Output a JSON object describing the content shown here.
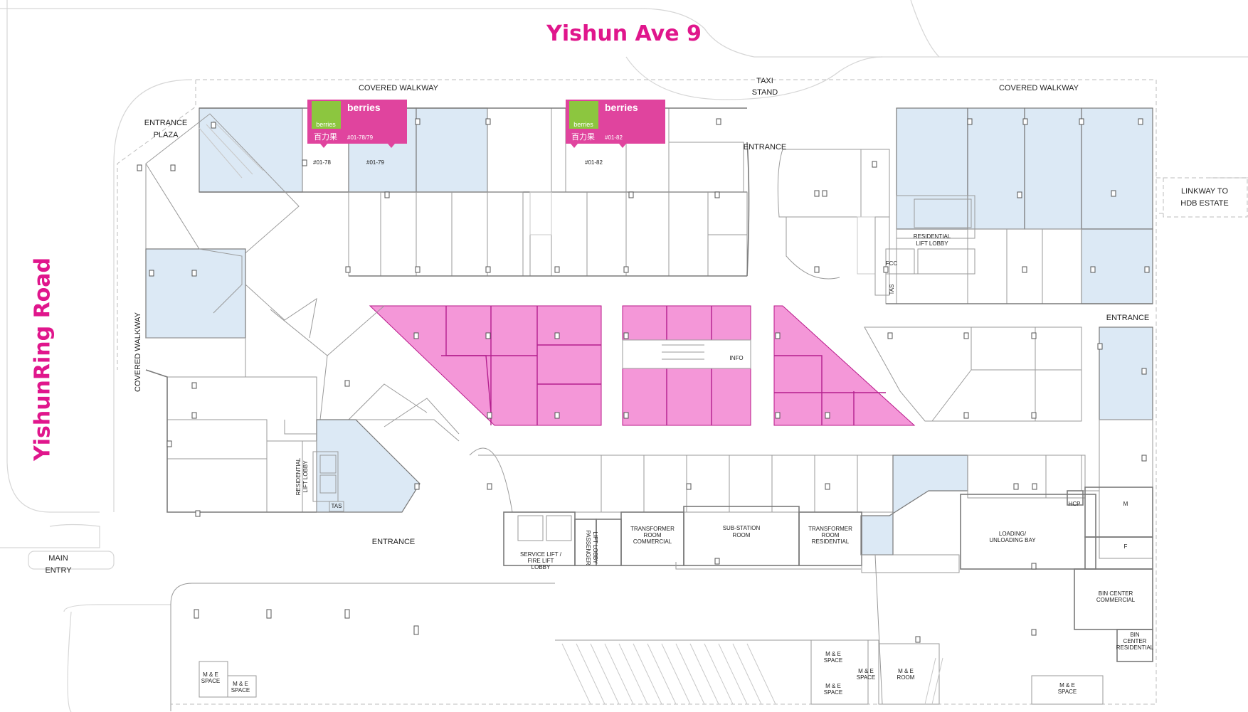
{
  "roads": {
    "top": "Yishun Ave 9",
    "left": "YishunRing Road"
  },
  "colors": {
    "accent": "#e0168c",
    "tenant_banner": "#e0449e",
    "highlight_unit": "#f497d8",
    "occupied_unit": "#dce9f5",
    "berries_logo": "#8cc63f"
  },
  "labels": {
    "covered_walkway_north_left": "COVERED WALKWAY",
    "covered_walkway_north_right": "COVERED WALKWAY",
    "covered_walkway_west": "COVERED WALKWAY",
    "taxi_stand_line1": "TAXI",
    "taxi_stand_line2": "STAND",
    "entrance_plaza_line1": "ENTRANCE",
    "entrance_plaza_line2": "PLAZA",
    "entrance_north": "ENTRANCE",
    "entrance_east": "ENTRANCE",
    "entrance_south": "ENTRANCE",
    "linkway_line1": "LINKWAY TO",
    "linkway_line2": "HDB ESTATE",
    "main_entry_line1": "MAIN",
    "main_entry_line2": "ENTRY",
    "info": "INFO",
    "fcc": "FCC",
    "tas1": "TAS",
    "tas2": "TAS",
    "hcp": "HCP",
    "m": "M",
    "f": "F",
    "res_lift_lobby_east_1": "RESIDENTIAL",
    "res_lift_lobby_east_2": "LIFT LOBBY",
    "res_lift_lobby_west_1": "RESIDENTIAL",
    "res_lift_lobby_west_2": "LIFT LOBBY",
    "service_lift_1": "SERVICE LIFT /",
    "service_lift_2": "FIRE LIFT",
    "service_lift_3": "LOBBY",
    "passenger_lift_1": "PASSENGER",
    "passenger_lift_2": "LIFT LOBBY",
    "transformer_comm_1": "TRANSFORMER",
    "transformer_comm_2": "ROOM",
    "transformer_comm_3": "COMMERCIAL",
    "substation_1": "SUB-STATION",
    "substation_2": "ROOM",
    "transformer_res_1": "TRANSFORMER",
    "transformer_res_2": "ROOM",
    "transformer_res_3": "RESIDENTIAL",
    "loading_1": "LOADING/",
    "loading_2": "UNLOADING BAY",
    "bin_comm_1": "BIN CENTER",
    "bin_comm_2": "COMMERCIAL",
    "bin_res_1": "BIN",
    "bin_res_2": "CENTER",
    "bin_res_3": "RESIDENTIAL",
    "me_space_a1": "M & E",
    "me_space_a2": "SPACE",
    "me_space_b1": "M & E",
    "me_space_b2": "SPACE",
    "me_space_c1": "M & E",
    "me_space_c2": "SPACE",
    "me_space_d1": "M & E",
    "me_space_d2": "SPACE",
    "me_space_e1": "M & E",
    "me_space_e2": "SPACE",
    "me_space_f1": "M & E",
    "me_space_f2": "SPACE",
    "me_room_1": "M & E",
    "me_room_2": "ROOM"
  },
  "units": {
    "u0178": "#01-78",
    "u0179": "#01-79",
    "u0182": "#01-82"
  },
  "tenants": [
    {
      "name": "berries",
      "logo_text": "berries",
      "chinese": "百力果",
      "unit": "#01-78/79"
    },
    {
      "name": "berries",
      "logo_text": "berries",
      "chinese": "百力果",
      "unit": "#01-82"
    }
  ]
}
